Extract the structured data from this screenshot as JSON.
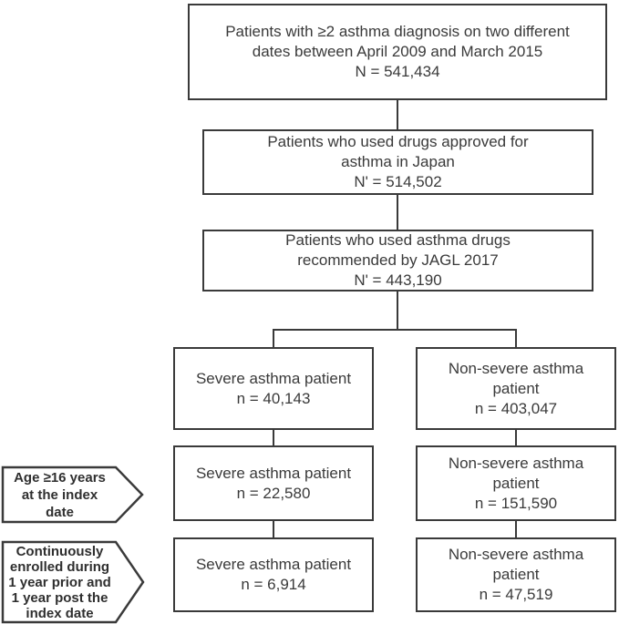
{
  "diagram": {
    "description": "Asthma patient selection flowchart, April 2009 - March 2015",
    "colors": {
      "line": "#3a3a3a",
      "text": "#3a3a3a",
      "background": "#ffffff"
    },
    "nodes": {
      "all_diagnosed": {
        "text": "Patients with ≥2 asthma diagnosis on two different dates between April 2009 and March 2015",
        "count": "N = 541,434"
      },
      "approved_drugs": {
        "text": "Patients who used drugs approved for asthma in Japan",
        "count": "N' = 514,502"
      },
      "jagl_drugs": {
        "text": "Patients who used asthma drugs recommended by JAGL 2017",
        "count": "N' = 443,190"
      },
      "severe_1": {
        "text": "Severe asthma patient",
        "count": "n = 40,143"
      },
      "severe_2": {
        "text": "Severe asthma patient",
        "count": "n = 22,580"
      },
      "severe_3": {
        "text": "Severe asthma patient",
        "count": "n = 6,914"
      },
      "nonsevere_1": {
        "text": "Non-severe asthma patient",
        "count": "n = 403,047"
      },
      "nonsevere_2": {
        "text": "Non-severe asthma patient",
        "count": "n = 151,590"
      },
      "nonsevere_3": {
        "text": "Non-severe asthma patient",
        "count": "n = 47,519"
      }
    },
    "callouts": {
      "age": {
        "text": "Age ≥16 years at the index date"
      },
      "enrollment": {
        "text": "Continuously enrolled during 1 year prior and 1 year post the index date"
      }
    }
  }
}
